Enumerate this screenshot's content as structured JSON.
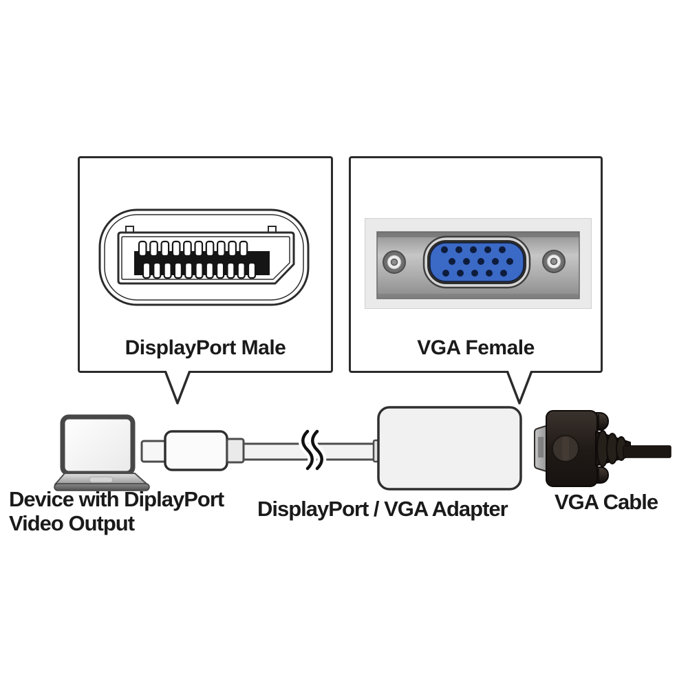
{
  "colors": {
    "outline": "#2b2b2b",
    "text": "#1a1a1a",
    "vga_blue": "#3b69c6",
    "vga_hole": "#0e1c3c",
    "adapter_fill": "#f1f1f1",
    "cable_black": "#1d1714"
  },
  "callouts": {
    "displayport": {
      "label": "DisplayPort Male"
    },
    "vga": {
      "label": "VGA Female"
    }
  },
  "captions": {
    "device": "Device with DiplayPort\nVideo Output",
    "adapter": "DisplayPort / VGA Adapter",
    "vga_cable": "VGA Cable"
  }
}
